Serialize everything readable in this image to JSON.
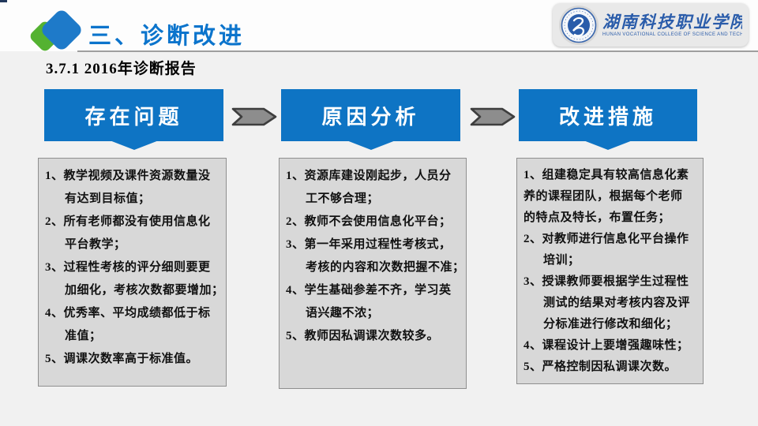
{
  "header": {
    "title": "三、诊断改进",
    "logo": {
      "cn": "湖南科技职业学院",
      "en": "HUNAN VOCATIONAL COLLEGE OF SCIENCE AND TECHNOLOGY"
    }
  },
  "subtitle": "3.7.1 2016年诊断报告",
  "colors": {
    "accent_blue": "#0e74c4",
    "title_blue": "#0b74cc",
    "diamond_green": "#54b231",
    "diamond_blue": "#1e7ac9",
    "arrow_fill": "#8d8d8d",
    "arrow_border": "#3e3e3e",
    "panel_fill": "#d8d8d8",
    "panel_border": "#8f8f8f",
    "logo_blue": "#2a5caa",
    "page_bg": "#f1f1f1"
  },
  "flow": {
    "columns": [
      {
        "header": "存在问题",
        "items": [
          {
            "lines": [
              {
                "text": "1、教学视频及课件资源数量没",
                "indent": false
              },
              {
                "text": "有达到目标值；",
                "indent": true
              }
            ]
          },
          {
            "lines": [
              {
                "text": "2、所有老师都没有使用信息化",
                "indent": false
              },
              {
                "text": "平台教学；",
                "indent": true
              }
            ]
          },
          {
            "lines": [
              {
                "text": "3、过程性考核的评分细则要更",
                "indent": false
              },
              {
                "text": "加细化，考核次数都要增加；",
                "indent": true
              }
            ]
          },
          {
            "lines": [
              {
                "text": "4、优秀率、平均成绩都低于标",
                "indent": false
              },
              {
                "text": "准值；",
                "indent": true
              }
            ]
          },
          {
            "lines": [
              {
                "text": "5、调课次数率高于标准值。",
                "indent": false
              }
            ]
          }
        ]
      },
      {
        "header": "原因分析",
        "items": [
          {
            "lines": [
              {
                "text": "1、资源库建设刚起步，人员分",
                "indent": false
              },
              {
                "text": "工不够合理；",
                "indent": true
              }
            ]
          },
          {
            "lines": [
              {
                "text": "2、教师不会使用信息化平台；",
                "indent": false
              }
            ]
          },
          {
            "lines": [
              {
                "text": "3、第一年采用过程性考核式，",
                "indent": false
              },
              {
                "text": "考核的内容和次数把握不准；",
                "indent": true
              }
            ]
          },
          {
            "lines": [
              {
                "text": "4、学生基础参差不齐，学习英",
                "indent": false
              },
              {
                "text": "语兴趣不浓；",
                "indent": true
              }
            ]
          },
          {
            "lines": [
              {
                "text": "5、教师因私调课次数较多。",
                "indent": false
              }
            ]
          }
        ]
      },
      {
        "header": "改进措施",
        "items": [
          {
            "lines": [
              {
                "text": "1、组建稳定具有较高信息化素",
                "indent": false
              },
              {
                "text": "养的课程团队，根据每个老师",
                "indent": false
              },
              {
                "text": "的特点及特长，布置任务；",
                "indent": false
              }
            ]
          },
          {
            "lines": [
              {
                "text": "2、对教师进行信息化平台操作",
                "indent": false
              },
              {
                "text": "培训；",
                "indent": true
              }
            ]
          },
          {
            "lines": [
              {
                "text": "3、授课教师要根据学生过程性",
                "indent": false
              },
              {
                "text": "测试的结果对考核内容及评",
                "indent": true
              },
              {
                "text": "分标准进行修改和细化；",
                "indent": true
              }
            ]
          },
          {
            "lines": [
              {
                "text": "4、课程设计上要增强趣味性；",
                "indent": false
              }
            ]
          },
          {
            "lines": [
              {
                "text": "5、严格控制因私调课次数。",
                "indent": false
              }
            ]
          }
        ]
      }
    ]
  }
}
